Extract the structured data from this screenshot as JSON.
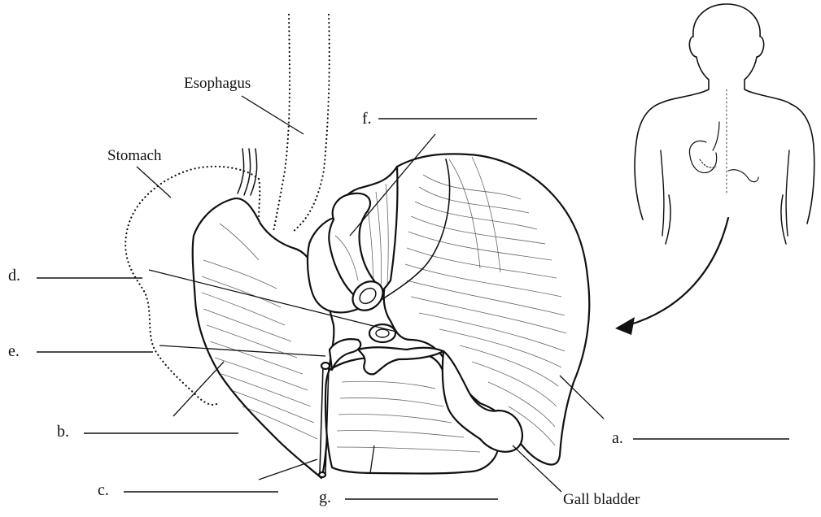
{
  "terms": {
    "esophagus": "Esophagus",
    "stomach": "Stomach",
    "gall_bladder": "Gall bladder"
  },
  "letters": {
    "a": "a.",
    "b": "b.",
    "c": "c.",
    "d": "d.",
    "e": "e.",
    "f": "f.",
    "g": "g."
  }
}
